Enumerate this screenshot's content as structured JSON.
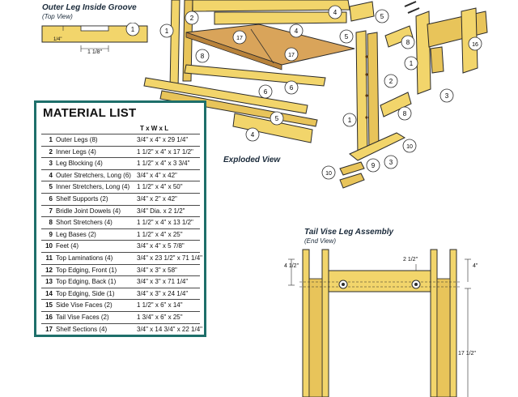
{
  "groove": {
    "title": "Outer Leg Inside Groove",
    "subtitle": "(Top View)",
    "dim_depth": "1/4\"",
    "dim_width": "1 1/8\""
  },
  "exploded": {
    "caption": "Exploded View"
  },
  "tail_vise": {
    "title": "Tail Vise Leg Assembly",
    "subtitle": "(End View)",
    "dim_left": "4 1/2\"",
    "dim_top": "2 1/2\"",
    "dim_right_top": "4\"",
    "dim_right_long": "17 1/2\""
  },
  "material_list": {
    "title": "MATERIAL LIST",
    "header": "T x W x L",
    "items": [
      {
        "num": "1",
        "name": "Outer Legs (8)",
        "size": "3/4\" x 4\" x 29 1/4\""
      },
      {
        "num": "2",
        "name": "Inner Legs (4)",
        "size": "1 1/2\" x 4\" x 17 1/2\""
      },
      {
        "num": "3",
        "name": "Leg Blocking (4)",
        "size": "1 1/2\" x 4\" x 3 3/4\""
      },
      {
        "num": "4",
        "name": "Outer Stretchers, Long (6)",
        "size": "3/4\" x 4\" x 42\""
      },
      {
        "num": "5",
        "name": "Inner Stretchers, Long (4)",
        "size": "1 1/2\" x 4\" x 50\""
      },
      {
        "num": "6",
        "name": "Shelf Supports (2)",
        "size": "3/4\" x 2\" x 42\""
      },
      {
        "num": "7",
        "name": "Bridle Joint Dowels (4)",
        "size": "3/4\" Dia. x 2 1/2\""
      },
      {
        "num": "8",
        "name": "Short Stretchers (4)",
        "size": "1 1/2\" x 4\" x 13 1/2\""
      },
      {
        "num": "9",
        "name": "Leg Bases (2)",
        "size": "1 1/2\" x 4\" x 25\""
      },
      {
        "num": "10",
        "name": "Feet (4)",
        "size": "3/4\" x 4\" x 5 7/8\""
      },
      {
        "num": "11",
        "name": "Top Laminations (4)",
        "size": "3/4\" x 23 1/2\" x 71 1/4\""
      },
      {
        "num": "12",
        "name": "Top Edging, Front (1)",
        "size": "3/4\" x 3\" x 58\""
      },
      {
        "num": "13",
        "name": "Top Edging, Back (1)",
        "size": "3/4\" x 3\" x 71 1/4\""
      },
      {
        "num": "14",
        "name": "Top Edging, Side (1)",
        "size": "3/4\" x 3\" x 24 1/4\""
      },
      {
        "num": "15",
        "name": "Side Vise Faces (2)",
        "size": "1 1/2\" x 6\" x 14\""
      },
      {
        "num": "16",
        "name": "Tail Vise Faces (2)",
        "size": "1 3/4\" x 6\" x 25\""
      },
      {
        "num": "17",
        "name": "Shelf Sections (4)",
        "size": "3/4\" x 14 3/4\" x 22 1/4\""
      }
    ]
  },
  "callouts": [
    {
      "label": "1"
    },
    {
      "label": "1"
    },
    {
      "label": "2"
    },
    {
      "label": "4"
    },
    {
      "label": "5"
    },
    {
      "label": "17"
    },
    {
      "label": "4"
    },
    {
      "label": "5"
    },
    {
      "label": "17"
    },
    {
      "label": "8"
    },
    {
      "label": "8"
    },
    {
      "label": "1"
    },
    {
      "label": "16"
    },
    {
      "label": "6"
    },
    {
      "label": "6"
    },
    {
      "label": "2"
    },
    {
      "label": "3"
    },
    {
      "label": "8"
    },
    {
      "label": "5"
    },
    {
      "label": "1"
    },
    {
      "label": "4"
    },
    {
      "label": "10"
    },
    {
      "label": "3"
    },
    {
      "label": "9"
    },
    {
      "label": "10"
    }
  ],
  "colors": {
    "wood": "#f2d56b",
    "wood_dark": "#c89a3a",
    "shelf": "#d9a45a",
    "outline": "#2a2a2a",
    "list_border": "#1e6f6a"
  }
}
